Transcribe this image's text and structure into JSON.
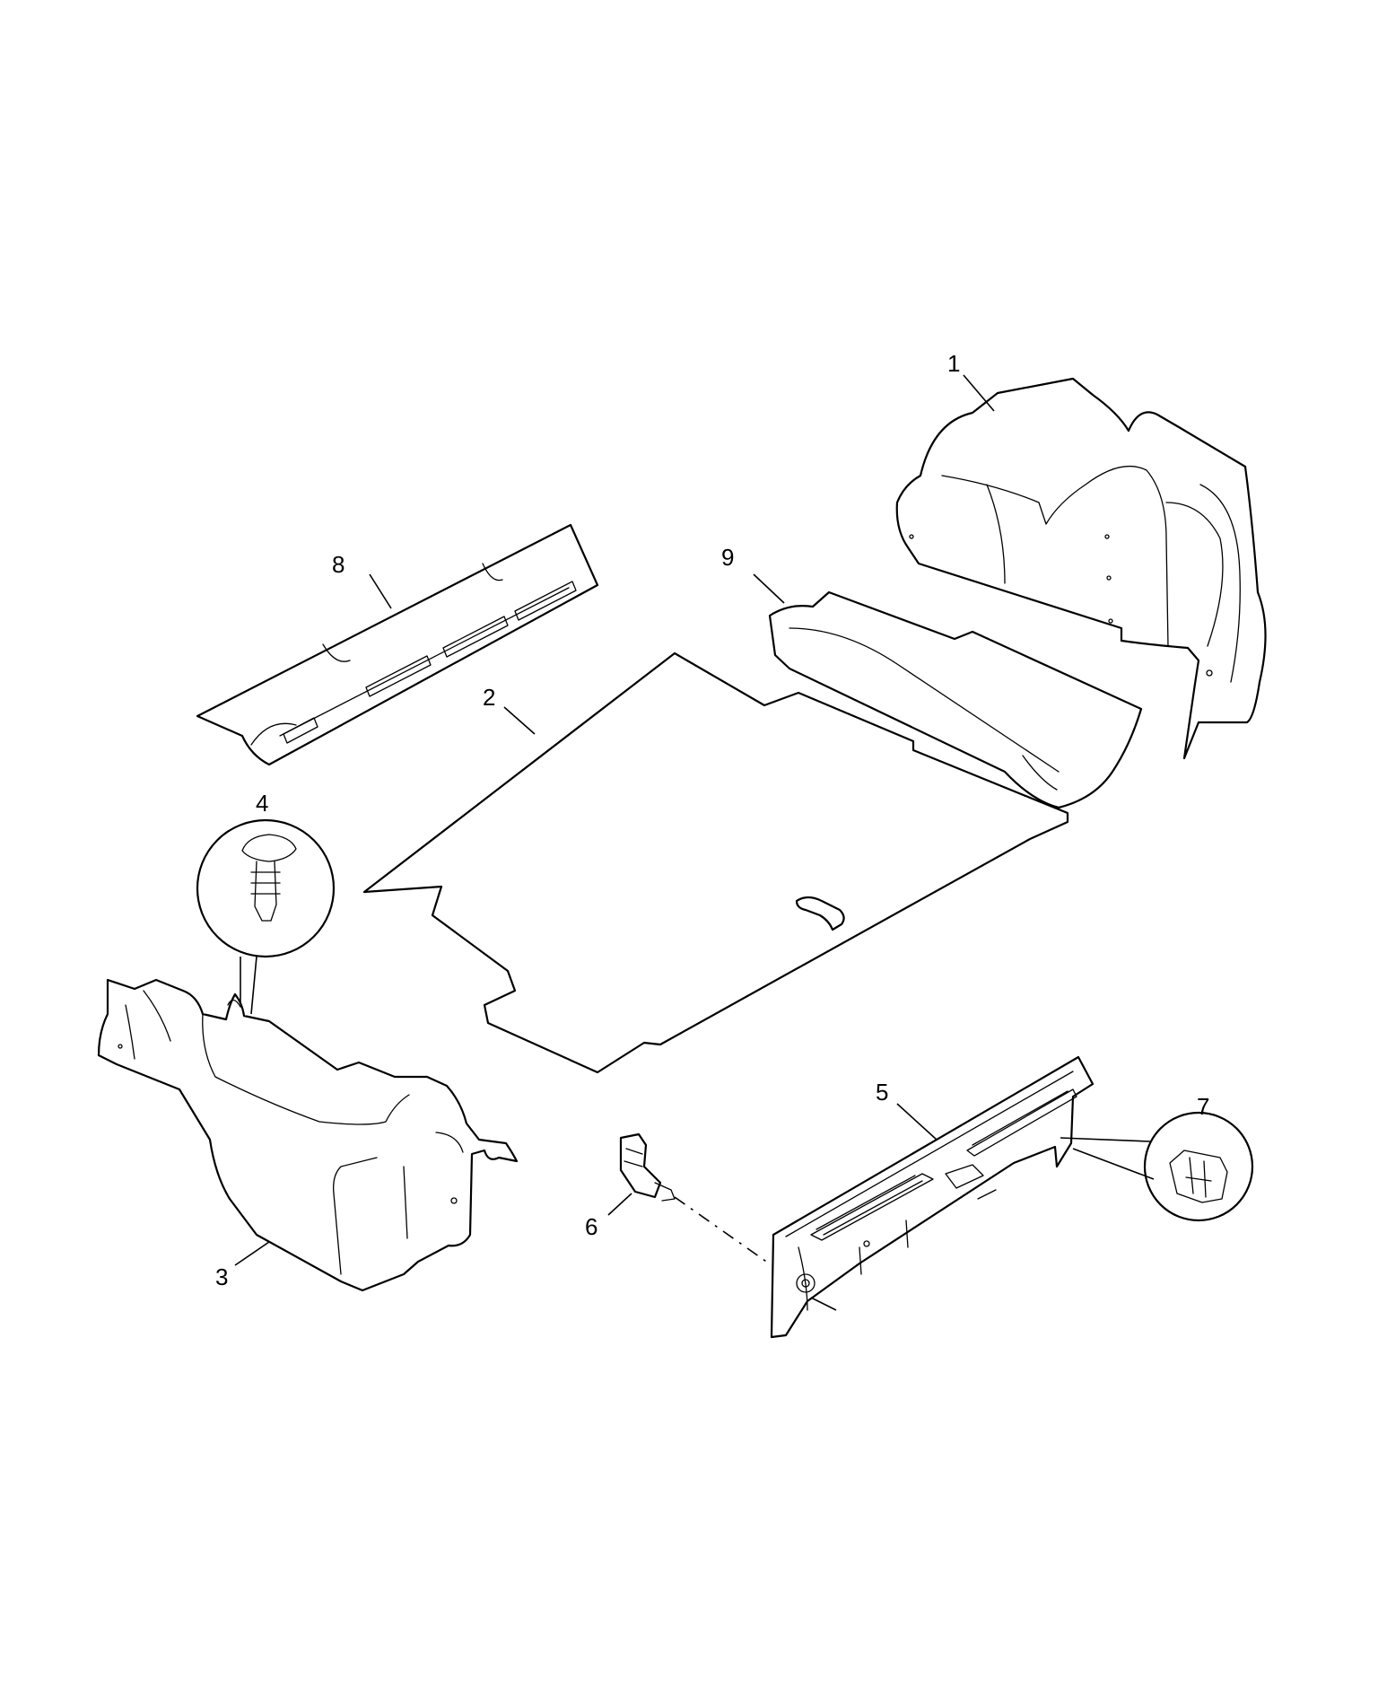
{
  "callouts": [
    {
      "id": "1",
      "label": "1",
      "part": "rear-quarter-trim-panel"
    },
    {
      "id": "2",
      "label": "2",
      "part": "trunk-floor-carpet"
    },
    {
      "id": "3",
      "label": "3",
      "part": "side-trim-panel"
    },
    {
      "id": "4",
      "label": "4",
      "part": "push-pin-retainer"
    },
    {
      "id": "5",
      "label": "5",
      "part": "rear-sill-scuff-plate"
    },
    {
      "id": "6",
      "label": "6",
      "part": "trunk-lamp-socket"
    },
    {
      "id": "7",
      "label": "7",
      "part": "retaining-clip"
    },
    {
      "id": "8",
      "label": "8",
      "part": "rear-shelf-trim-panel"
    },
    {
      "id": "9",
      "label": "9",
      "part": "filler-trim-panel"
    }
  ],
  "colors": {
    "line": "#000000",
    "background": "#ffffff"
  }
}
